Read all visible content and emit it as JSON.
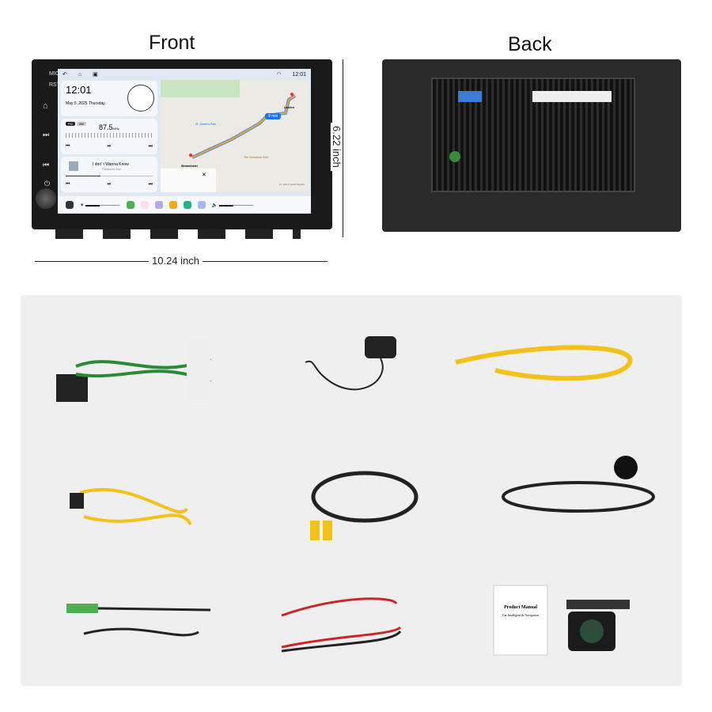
{
  "labels": {
    "front": "Front",
    "back": "Back",
    "width": "10.24 inch",
    "height": "6.22 inch"
  },
  "unit_buttons": {
    "mic": "MIC",
    "rst": "RST"
  },
  "screen": {
    "status_time": "12:01",
    "clock": {
      "time": "12:01",
      "date": "May 5 ,2025",
      "day": "Thursday"
    },
    "radio": {
      "band1": "FM",
      "band2": "AM",
      "frequency": "87.5",
      "unit": "MHz"
    },
    "music": {
      "title": "I don' t Wanna Know",
      "artist": "Fleetwood mac"
    },
    "map": {
      "eta": "9 min",
      "destination": "London",
      "origin": "Westminster",
      "park": "St. James's Park",
      "poi": "The Cinnamon Club",
      "square": "St. John's Smith Square"
    }
  },
  "manual": {
    "title": "Product Manual",
    "subtitle": "Car Intelligent & Navigation"
  },
  "colors": {
    "accent": "#1a73e8",
    "route": "#f5a623",
    "cable_yellow": "#f2c21b",
    "panel": "#efefef"
  }
}
